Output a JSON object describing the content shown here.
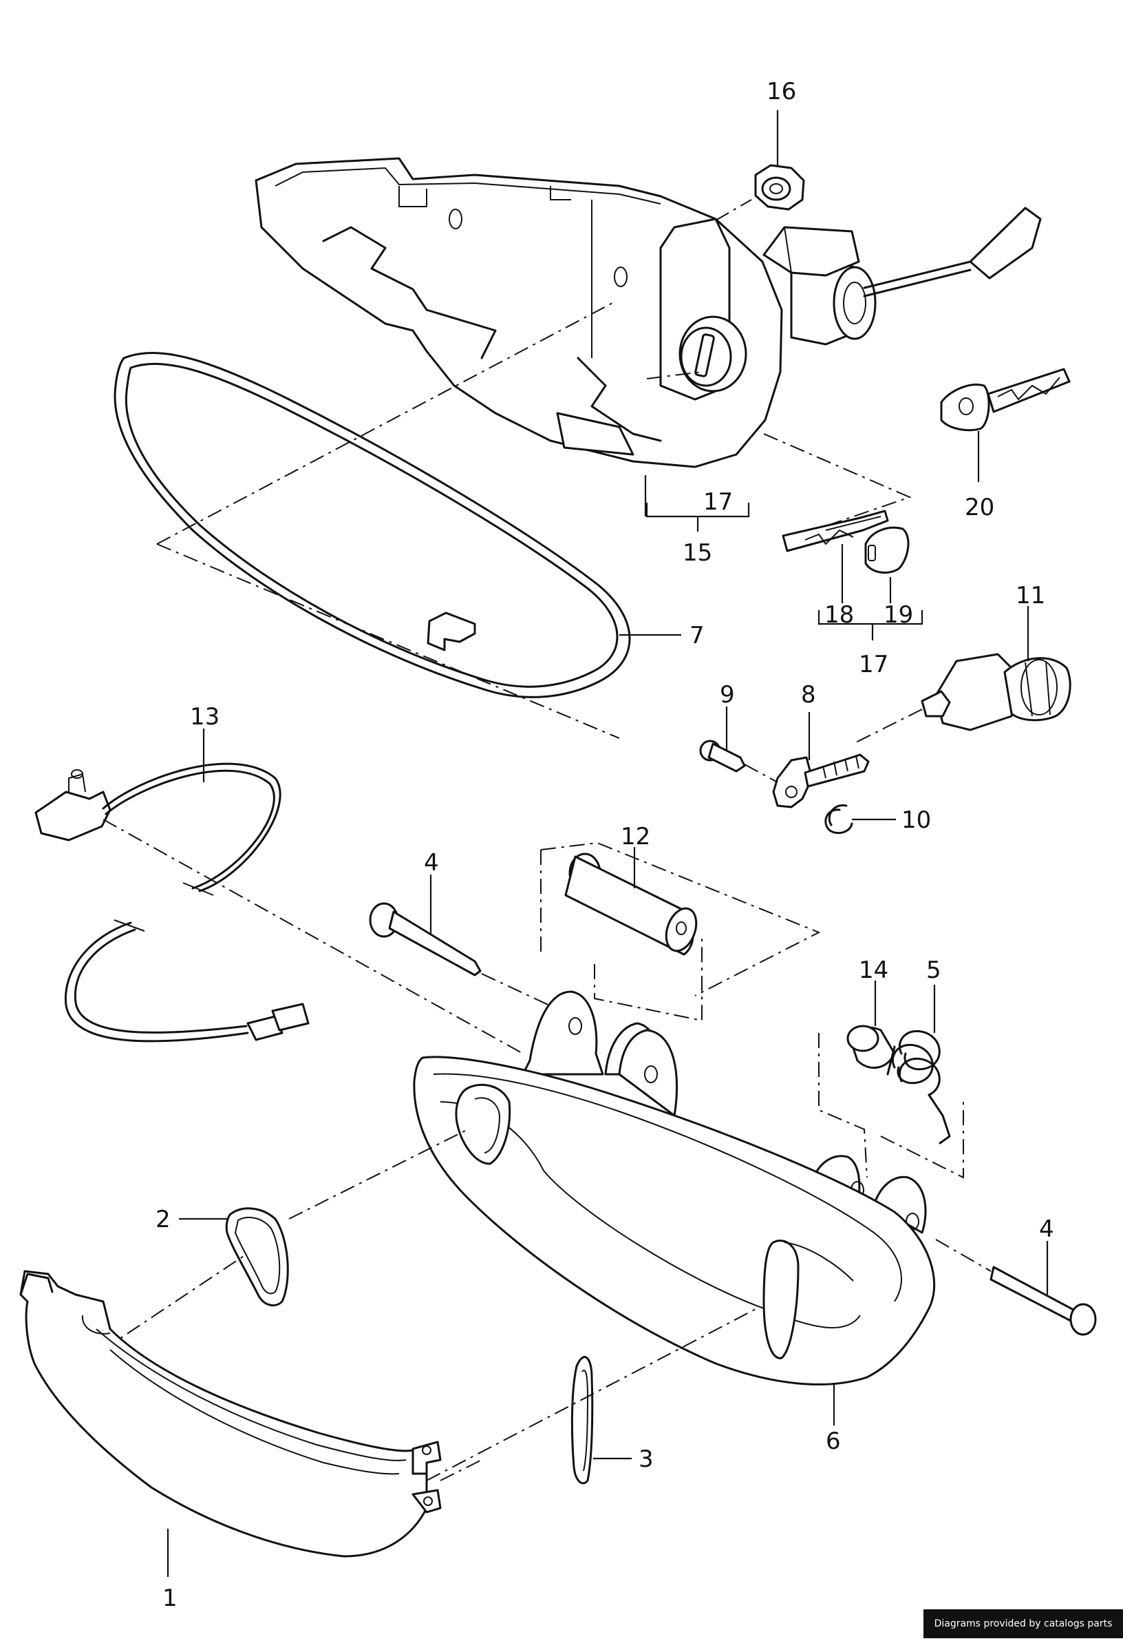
{
  "callouts": {
    "c1": "1",
    "c2": "2",
    "c3": "3",
    "c4a": "4",
    "c4b": "4",
    "c5": "5",
    "c6": "6",
    "c7": "7",
    "c8": "8",
    "c9": "9",
    "c10": "10",
    "c11": "11",
    "c12": "12",
    "c13": "13",
    "c14": "14",
    "c15": "15",
    "c16": "16",
    "c17a": "17",
    "c17b": "17",
    "c18": "18",
    "c19": "19",
    "c20": "20"
  },
  "footer": {
    "credit": "Diagrams provided by catalogs parts"
  }
}
